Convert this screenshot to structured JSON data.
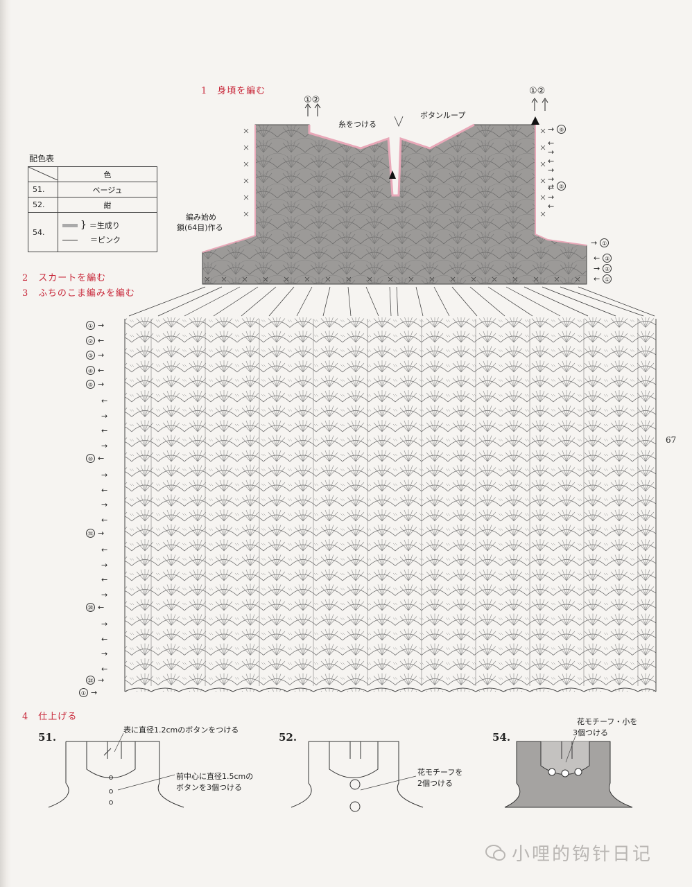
{
  "headings": {
    "bodice": "1　身頃を編む",
    "skirt": "2　スカートを編む",
    "border": "3　ふちのこま編みを編む",
    "finish": "4　仕上げる"
  },
  "legend": {
    "title": "配色表",
    "header": "色",
    "rows": [
      {
        "id": "51.",
        "value": "ベージュ"
      },
      {
        "id": "52.",
        "value": "紺"
      },
      {
        "id": "54.",
        "line1": "＝生成り",
        "line2": "＝ピンク"
      }
    ]
  },
  "bodice_labels": {
    "top_left": "①②",
    "top_right": "①②",
    "yarn": "糸をつける",
    "button_loop": "ボタンループ",
    "start_line1": "編み始め",
    "start_line2": "鎖(64目)作る"
  },
  "bodice_rows": [
    "⑨",
    "⑤",
    "①",
    "③",
    "②",
    "①"
  ],
  "skirt_rows": [
    "①",
    "②",
    "③",
    "④",
    "⑤",
    "⑩",
    "⑮",
    "⑳",
    "㉕",
    "①"
  ],
  "page_number": "67",
  "variants": [
    {
      "tag": "51.",
      "note1": "表に直径1.2cmのボタンをつける",
      "note2a": "前中心に直径1.5cmの",
      "note2b": "ボタンを3個つける"
    },
    {
      "tag": "52.",
      "note1a": "花モチーフを",
      "note1b": "2個つける"
    },
    {
      "tag": "54.",
      "note1a": "花モチーフ・小を",
      "note1b": "3個つける"
    }
  ],
  "watermark": "小哩的钩针日记",
  "colors": {
    "heading": "#c8283a",
    "fill_gray": "#9c9a98",
    "pink": "#e8a8b8"
  }
}
